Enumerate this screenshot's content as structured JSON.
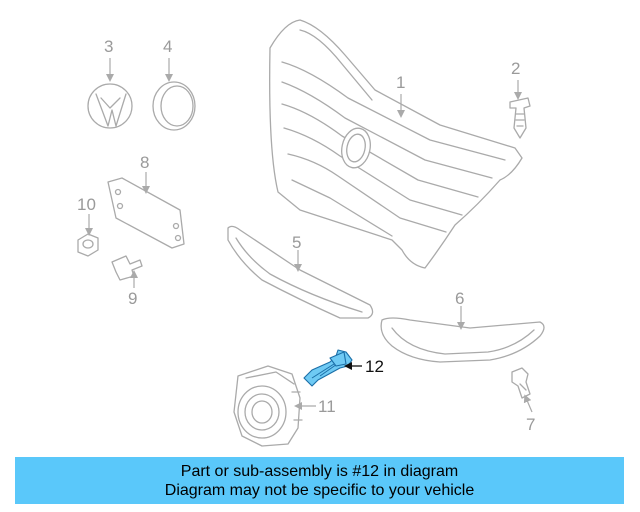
{
  "diagram": {
    "callouts": [
      "1",
      "2",
      "3",
      "4",
      "5",
      "6",
      "7",
      "8",
      "9",
      "10",
      "11",
      "12"
    ],
    "highlighted_part": "12",
    "colors": {
      "highlight_fill": "#6fcaf4",
      "highlight_stroke": "#1b6fa8",
      "part_stroke": "#aaaaaa",
      "banner": "#5ac8fa"
    }
  },
  "banner": {
    "line1": "Part or sub-assembly is #12 in diagram",
    "line2": "Diagram may not be specific to your vehicle"
  }
}
